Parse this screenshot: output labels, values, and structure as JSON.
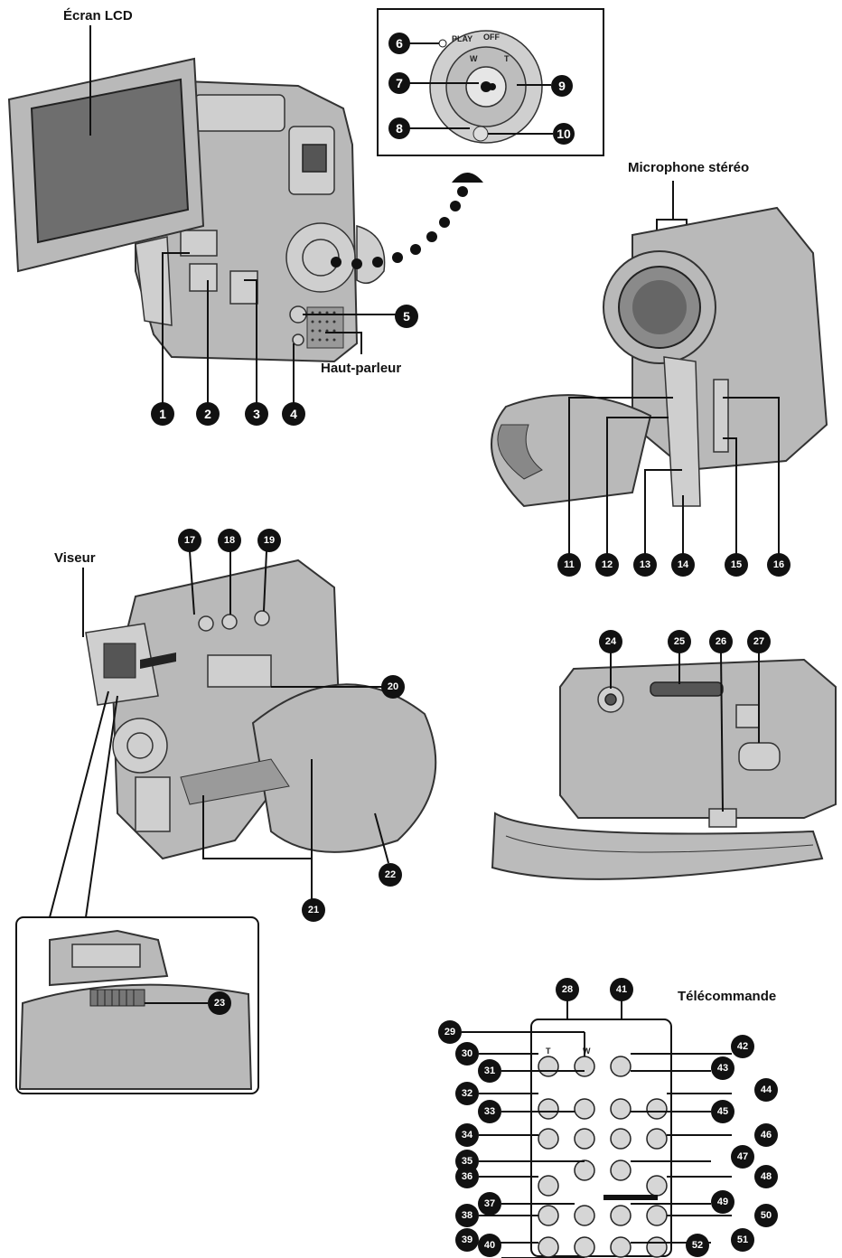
{
  "labels": {
    "lcd": "Écran LCD",
    "speaker": "Haut-parleur",
    "microphone": "Microphone stéréo",
    "viewfinder": "Viseur",
    "remote": "Télécommande"
  },
  "dial": {
    "play": "PLAY",
    "off": "OFF",
    "w": "W",
    "t": "T"
  },
  "remote_keys": {
    "t": "T",
    "w": "W"
  },
  "callouts": [
    "1",
    "2",
    "3",
    "4",
    "5",
    "6",
    "7",
    "8",
    "9",
    "10",
    "11",
    "12",
    "13",
    "14",
    "15",
    "16",
    "17",
    "18",
    "19",
    "20",
    "21",
    "22",
    "23",
    "24",
    "25",
    "26",
    "27",
    "28",
    "29",
    "30",
    "31",
    "32",
    "33",
    "34",
    "35",
    "36",
    "37",
    "38",
    "39",
    "40",
    "41",
    "42",
    "43",
    "44",
    "45",
    "46",
    "47",
    "48",
    "49",
    "50",
    "51",
    "52"
  ]
}
